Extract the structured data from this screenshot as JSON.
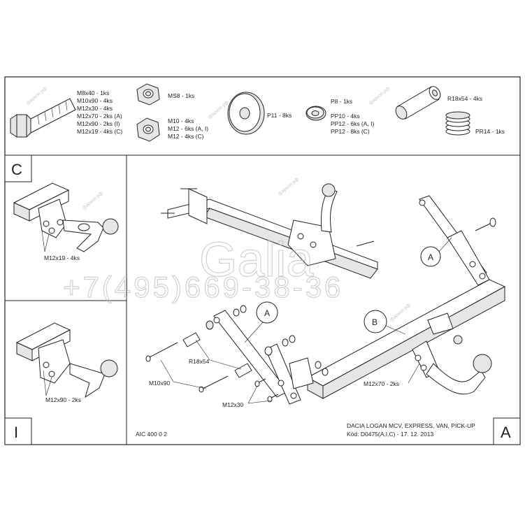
{
  "parts_list": {
    "bolt_group": [
      "M8x40 - 1ks",
      "M10x90 - 4ks",
      "M12x30 - 4ks",
      "M12x70 - 2ks (A)",
      "M12x90 - 2ks (I)",
      "M12x19 - 4ks (C)"
    ],
    "nut_group_top": "MS8 - 1ks",
    "nut_group_bottom": [
      "M10 - 4ks",
      "M12 - 6ks (A, I)",
      "M12 - 4ks (C)"
    ],
    "large_washer": "P11 - 8ks",
    "small_washer_top": "P8 - 1ks",
    "small_washer_list": [
      "PP10 - 4ks",
      "PP12 - 6ks (A, I)",
      "PP12 - 8ks (C)"
    ],
    "spacer_tube": "R18x54 - 4ks",
    "spring_washer": "PR14 - 1ks"
  },
  "variants": {
    "c_letter": "C",
    "c_bolt_label": "M12x19 - 4ks",
    "i_letter": "I",
    "i_bolt_label": "M12x90 - 2ks"
  },
  "main_drawing": {
    "callout_a_left": "A",
    "callout_a_right": "A",
    "callout_b": "B",
    "spacer_label": "R18x54",
    "bolt_m10_label": "M10x90",
    "bolt_m12x30_label": "M12x30",
    "bolt_m12x70_label": "M12x70 - 2ks"
  },
  "title_block": {
    "drawing_number": "AIC 400 0 2",
    "vehicle": "DACIA LOGAN MCV, EXPRESS, VAN, PICK-UP",
    "code_line": "Kód: D0475(A,I,C) - 17. 12. 2013",
    "variant_letter": "A"
  },
  "watermark": {
    "brand": "Galia",
    "phone": "+7(495)669-38-36",
    "site_small": "фаркоп.рф"
  }
}
